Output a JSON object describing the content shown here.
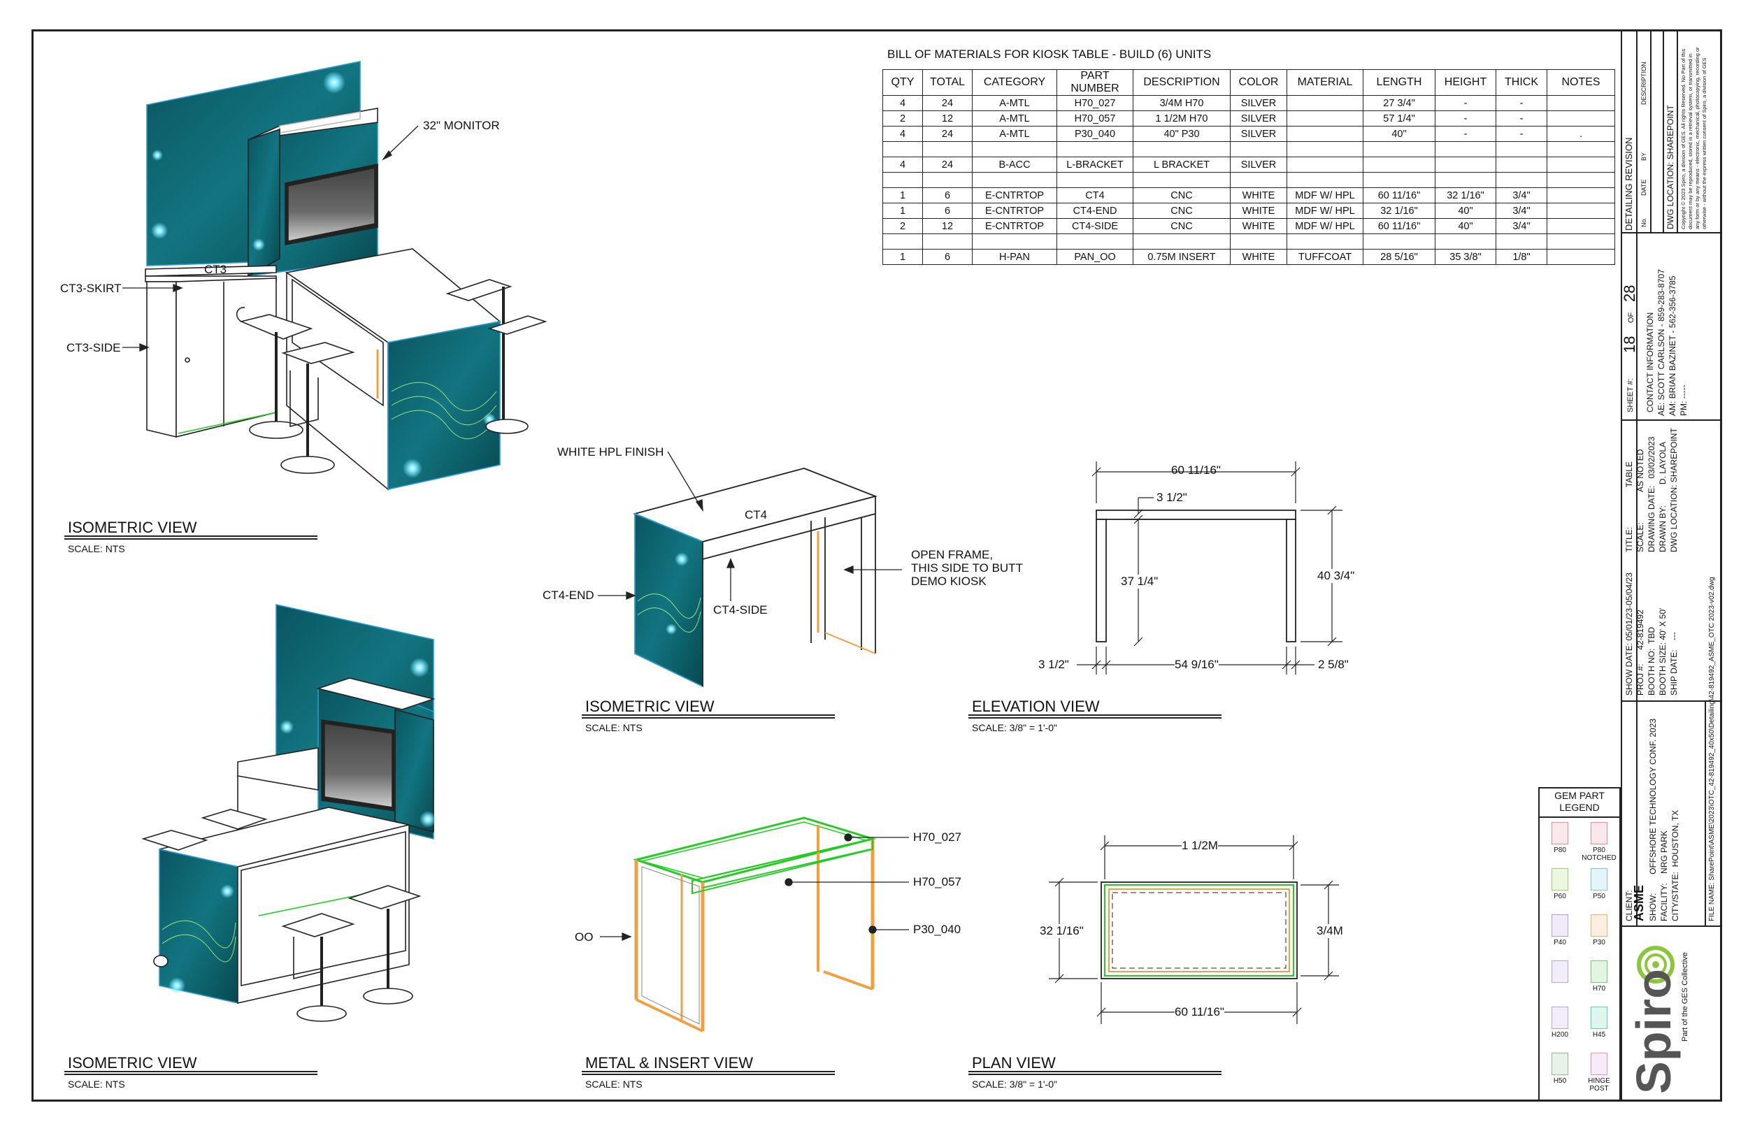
{
  "bom": {
    "title": "BILL OF MATERIALS FOR KIOSK TABLE - BUILD (6) UNITS",
    "headers": [
      "QTY",
      "TOTAL",
      "CATEGORY",
      "PART NUMBER",
      "DESCRIPTION",
      "COLOR",
      "MATERIAL",
      "LENGTH",
      "HEIGHT",
      "THICK",
      "NOTES"
    ],
    "rows": [
      [
        "4",
        "24",
        "A-MTL",
        "H70_027",
        "3/4M H70",
        "SILVER",
        "",
        "27 3/4\"",
        "-",
        "-",
        ""
      ],
      [
        "2",
        "12",
        "A-MTL",
        "H70_057",
        "1 1/2M H70",
        "SILVER",
        "",
        "57 1/4\"",
        "-",
        "-",
        ""
      ],
      [
        "4",
        "24",
        "A-MTL",
        "P30_040",
        "40\" P30",
        "SILVER",
        "",
        "40\"",
        "-",
        "-",
        "."
      ],
      [
        "",
        "",
        "",
        "",
        "",
        "",
        "",
        "",
        "",
        "",
        ""
      ],
      [
        "4",
        "24",
        "B-ACC",
        "L-BRACKET",
        "L BRACKET",
        "SILVER",
        "",
        "",
        "",
        "",
        ""
      ],
      [
        "",
        "",
        "",
        "",
        "",
        "",
        "",
        "",
        "",
        "",
        ""
      ],
      [
        "1",
        "6",
        "E-CNTRTOP",
        "CT4",
        "CNC",
        "WHITE",
        "MDF W/ HPL",
        "60 11/16\"",
        "32 1/16\"",
        "3/4\"",
        ""
      ],
      [
        "1",
        "6",
        "E-CNTRTOP",
        "CT4-END",
        "CNC",
        "WHITE",
        "MDF W/ HPL",
        "32 1/16\"",
        "40\"",
        "3/4\"",
        ""
      ],
      [
        "2",
        "12",
        "E-CNTRTOP",
        "CT4-SIDE",
        "CNC",
        "WHITE",
        "MDF W/ HPL",
        "60 11/16\"",
        "40\"",
        "3/4\"",
        ""
      ],
      [
        "",
        "",
        "",
        "",
        "",
        "",
        "",
        "",
        "",
        "",
        ""
      ],
      [
        "1",
        "6",
        "H-PAN",
        "PAN_OO",
        "0.75M INSERT",
        "WHITE",
        "TUFFCOAT",
        "28 5/16\"",
        "35 3/8\"",
        "1/8\"",
        ""
      ]
    ]
  },
  "views": {
    "iso1": {
      "title": "ISOMETRIC VIEW",
      "scale": "SCALE: NTS"
    },
    "iso2": {
      "title": "ISOMETRIC VIEW",
      "scale": "SCALE: NTS"
    },
    "iso3": {
      "title": "ISOMETRIC VIEW",
      "scale": "SCALE: NTS"
    },
    "elevation": {
      "title": "ELEVATION VIEW",
      "scale": "SCALE: 3/8\" = 1'-0\""
    },
    "metal": {
      "title": "METAL & INSERT VIEW",
      "scale": "SCALE: NTS"
    },
    "plan": {
      "title": "PLAN VIEW",
      "scale": "SCALE: 3/8\" = 1'-0\""
    }
  },
  "callouts": {
    "monitor": "32\" MONITOR",
    "ct3": "CT3",
    "ct3_skirt": "CT3-SKIRT",
    "ct3_side": "CT3-SIDE",
    "hpl": "WHITE HPL FINISH",
    "ct4": "CT4",
    "ct4_end": "CT4-END",
    "ct4_side": "CT4-SIDE",
    "open_frame_1": "OPEN FRAME,",
    "open_frame_2": "THIS SIDE TO BUTT",
    "open_frame_3": "DEMO KIOSK",
    "h70_027": "H70_027",
    "h70_057": "H70_057",
    "p30_040": "P30_040",
    "oo": "OO"
  },
  "dims": {
    "elev_width": "60 11/16\"",
    "elev_leg": "3 1/2\"",
    "elev_inner_h": "37 1/4\"",
    "elev_total_h": "40 3/4\"",
    "elev_left": "3 1/2\"",
    "elev_mid": "54 9/16\"",
    "elev_right": "2 5/8\"",
    "plan_top": "1 1/2M",
    "plan_left": "32 1/16\"",
    "plan_right": "3/4M",
    "plan_bottom": "60 11/16\""
  },
  "titleblock": {
    "revision_title": "DETAILING REVISION",
    "rev_no": "No.",
    "rev_date": "DATE",
    "rev_by": "BY",
    "rev_desc": "DESCRIPTION",
    "dwg_location": "DWG LOCATION: SHAREPOINT",
    "copyright_1": "Copyright © 2023 Spiro, a division of GES. All rights Reserved. No Part of this",
    "copyright_2": "document may be reproduced, stored in a retrieval system, or transmitted in",
    "copyright_3": "any form or by any means - electronic, mechanical, photocopying, recording or",
    "copyright_4": "otherwise - without the express written consent of Spiro, a division of GES",
    "sheet_label": "SHEET #:",
    "sheet_no": "18",
    "sheet_of": "OF",
    "sheet_total": "28",
    "contact_title": "CONTACT INFORMATION",
    "contact_ae": "AE:  SCOTT CARLSON - 859-283-8707",
    "contact_am": "AM:  BRIAN BAZINET - 562-356-3785",
    "contact_pm": "PM:  -----",
    "title_label": "TITLE:",
    "title_val": "TABLE",
    "scale_label": "SCALE:",
    "scale_val": "AS NOTED",
    "drawing_date_label": "DRAWING DATE:",
    "drawing_date_val": "03/02/2023",
    "drawn_by_label": "DRAWN BY:",
    "drawn_by_val": "D. LAYOLA",
    "dwg_loc_label": "DWG LOCATION: SHAREPOINT",
    "show_date": "SHOW DATE: 05/01/23-05/04/23",
    "proj_label": "PROJ #:",
    "proj_val": "42-819492",
    "booth_no_label": "BOOTH NO:",
    "booth_no_val": "TBD",
    "booth_size_label": "BOOTH SIZE:",
    "booth_size_val": "40' X 50'",
    "ship_date_label": "SHIP DATE:",
    "ship_date_val": "---",
    "file_name": "FILE NAME:  SharePoint\\ASME\\2023\\OTC_42-819492_40x50\\Detailing\\42-819492_ASME_OTC 2023-v02.dwg",
    "client_label": "CLIENT:",
    "client_val": "ASME",
    "show_label": "SHOW:",
    "show_val": "OFFSHORE TECHNOLOGY CONF. 2023",
    "facility_label": "FACILITY:",
    "facility_val": "NRG PARK",
    "city_label": "CITY/STATE:",
    "city_val": "HOUSTON, TX",
    "brand": "Spiro",
    "brand_tag": "Part of the GES Collective"
  },
  "legend": {
    "title_1": "GEM PART",
    "title_2": "LEGEND",
    "items": [
      "P80",
      "P80 NOTCHED",
      "P60",
      "P50",
      "P40",
      "P30",
      "",
      "H70",
      "H200",
      "H45",
      "H50",
      "HINGE POST"
    ],
    "colors": [
      "#e88a9a",
      "#e88a9a",
      "#9ed36a",
      "#7bc8e0",
      "#b89be0",
      "#f0b070",
      "#b8a4e0",
      "#6fcf6f",
      "#b8a4e0",
      "#5fd0b0",
      "#8fbf8f",
      "#d49ad0"
    ]
  },
  "colors": {
    "panel": "#0e6670",
    "panel_glow": "#7fe8ff",
    "metal_green": "#22cc22",
    "metal_orange": "#f0a040"
  }
}
